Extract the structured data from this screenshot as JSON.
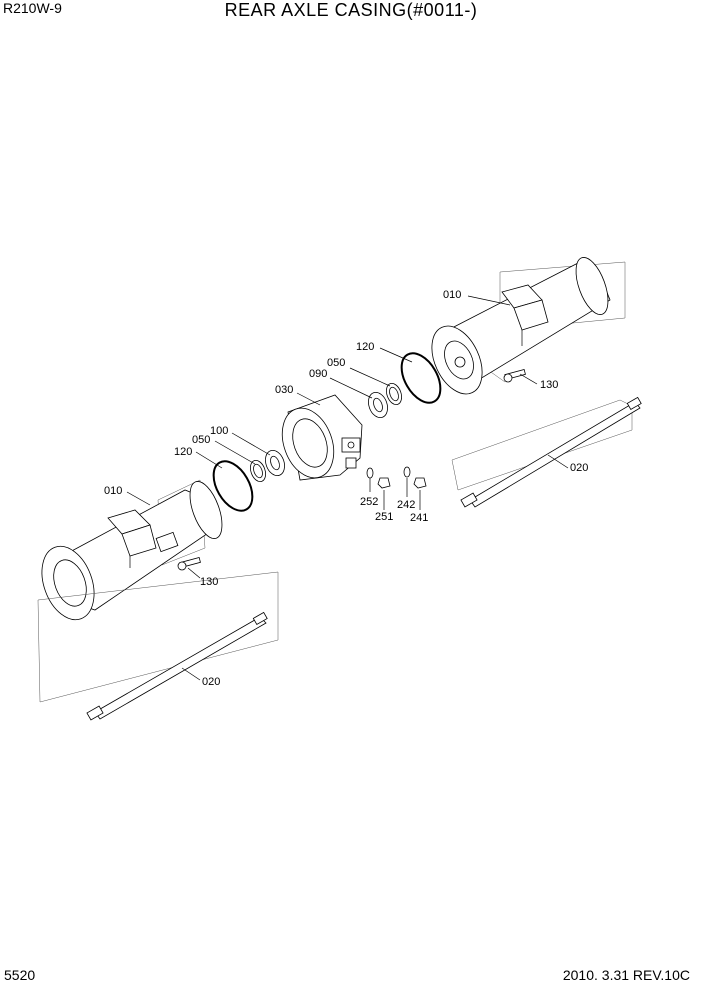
{
  "header": {
    "model": "R210W-9",
    "title": "REAR AXLE CASING(#0011-)"
  },
  "footer": {
    "page": "5520",
    "date_rev": "2010. 3.31  REV.10C"
  },
  "callouts": {
    "c010_right": "010",
    "c120_right": "120",
    "c050_right": "050",
    "c090": "090",
    "c030": "030",
    "c130_right": "130",
    "c020_right": "020",
    "c100": "100",
    "c050_left": "050",
    "c120_left": "120",
    "c010_left": "010",
    "c252": "252",
    "c251": "251",
    "c242": "242",
    "c241": "241",
    "c130_left": "130",
    "c020_left": "020"
  }
}
